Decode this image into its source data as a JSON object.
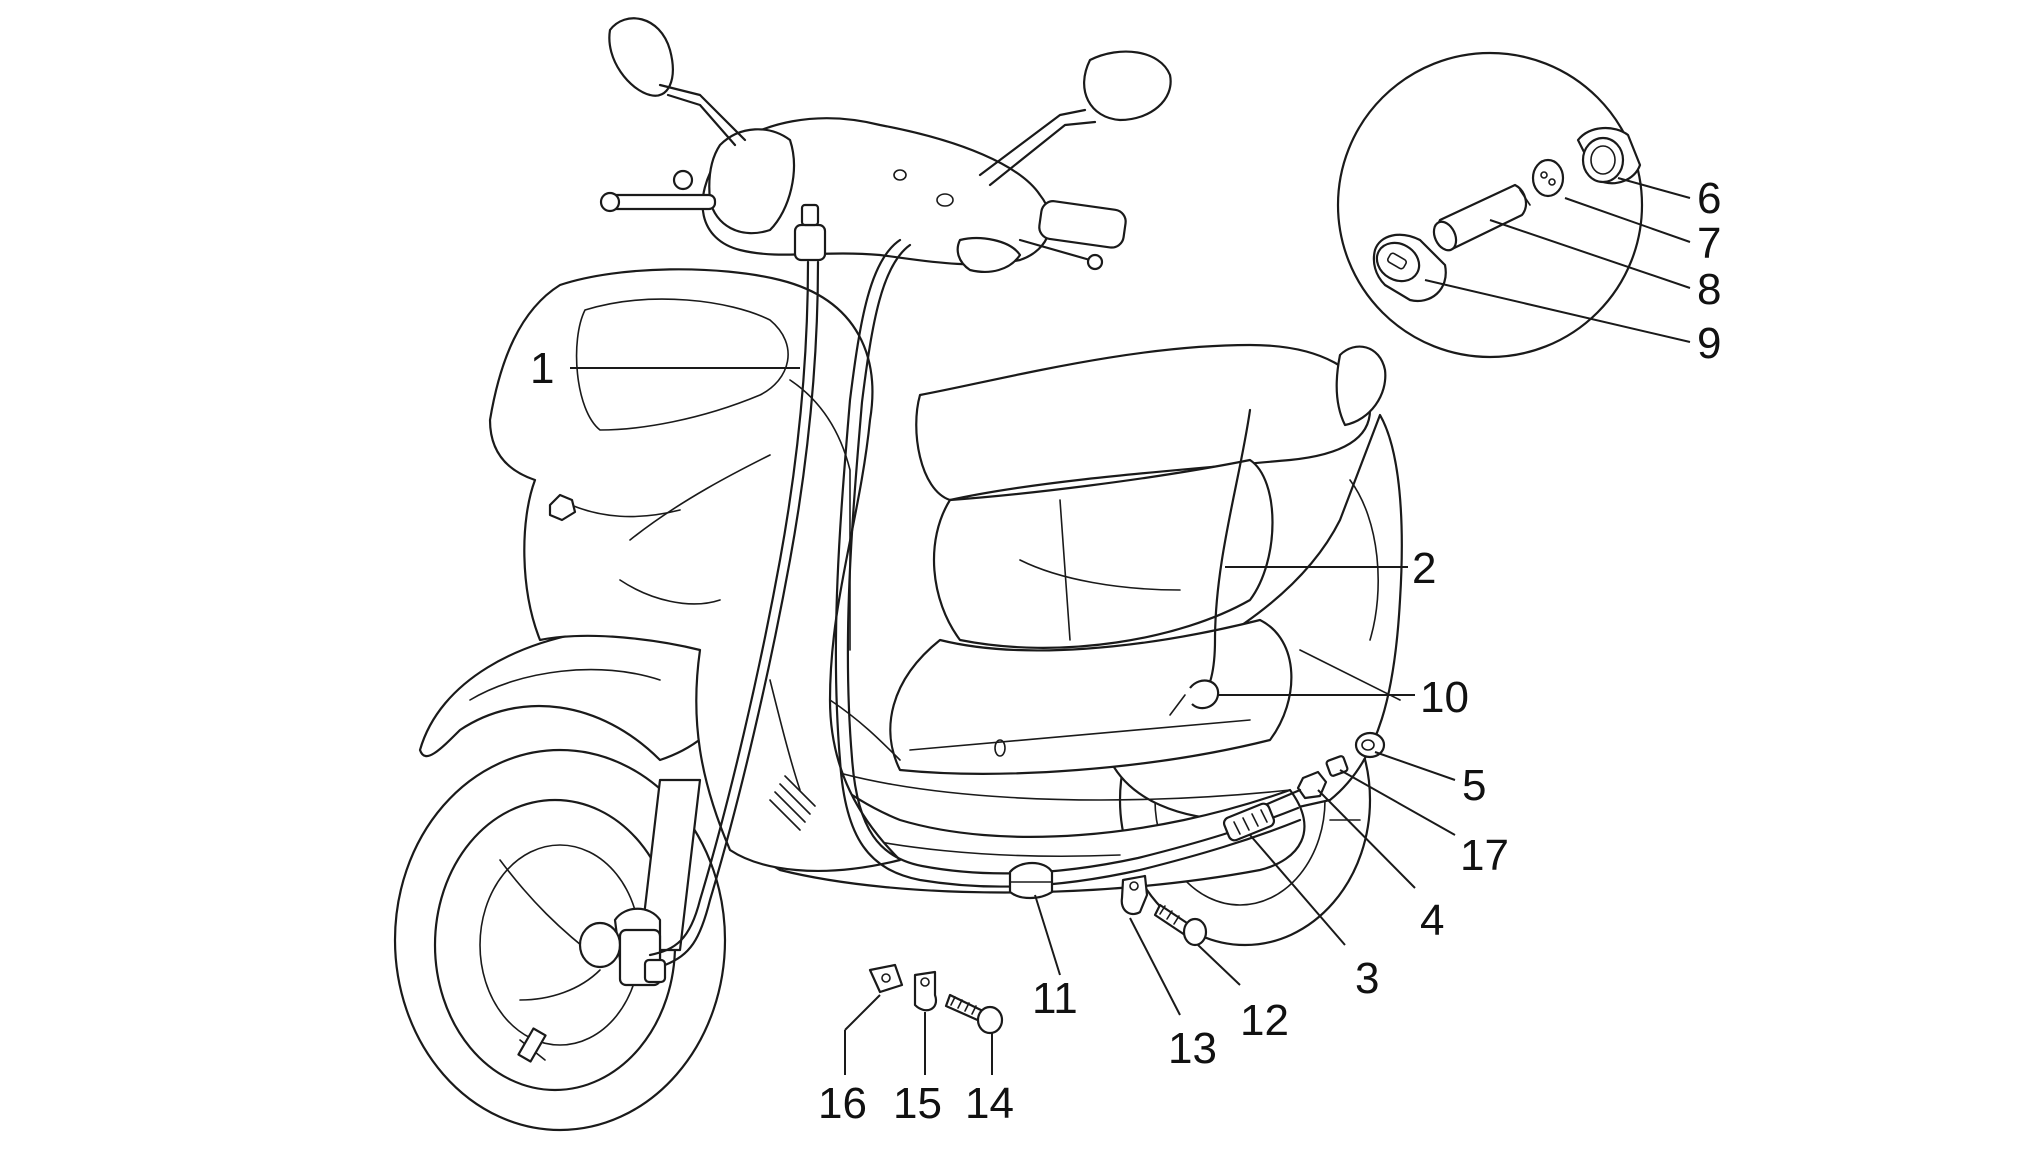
{
  "callouts": [
    {
      "id": "1",
      "label": "1"
    },
    {
      "id": "2",
      "label": "2"
    },
    {
      "id": "3",
      "label": "3"
    },
    {
      "id": "4",
      "label": "4"
    },
    {
      "id": "5",
      "label": "5"
    },
    {
      "id": "6",
      "label": "6"
    },
    {
      "id": "7",
      "label": "7"
    },
    {
      "id": "8",
      "label": "8"
    },
    {
      "id": "9",
      "label": "9"
    },
    {
      "id": "10",
      "label": "10"
    },
    {
      "id": "11",
      "label": "11"
    },
    {
      "id": "12",
      "label": "12"
    },
    {
      "id": "13",
      "label": "13"
    },
    {
      "id": "14",
      "label": "14"
    },
    {
      "id": "15",
      "label": "15"
    },
    {
      "id": "16",
      "label": "16"
    },
    {
      "id": "17",
      "label": "17"
    }
  ],
  "colors": {
    "line": "#1a1a1a",
    "background": "#ffffff"
  }
}
